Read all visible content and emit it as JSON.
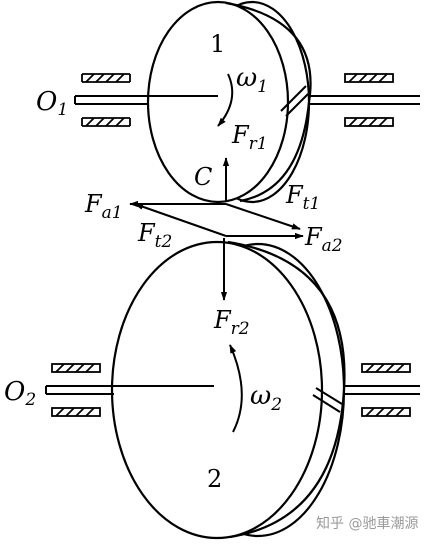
{
  "labels": {
    "gear1_number": "1",
    "gear2_number": "2",
    "O1": {
      "main": "O",
      "sub": "1"
    },
    "O2": {
      "main": "O",
      "sub": "2"
    },
    "omega1": {
      "main": "ω",
      "sub": "1"
    },
    "omega2": {
      "main": "ω",
      "sub": "2"
    },
    "Fr1": {
      "main": "F",
      "sub": "r1"
    },
    "Fr2": {
      "main": "F",
      "sub": "r2"
    },
    "Fa1": {
      "main": "F",
      "sub": "a1"
    },
    "Fa2": {
      "main": "F",
      "sub": "a2"
    },
    "Ft1": {
      "main": "F",
      "sub": "t1"
    },
    "Ft2": {
      "main": "F",
      "sub": "t2"
    },
    "C": "C"
  },
  "watermark": "知乎 @驰車潮源",
  "colors": {
    "stroke": "#000000",
    "background": "#ffffff",
    "watermark": "#9a9a9a"
  }
}
